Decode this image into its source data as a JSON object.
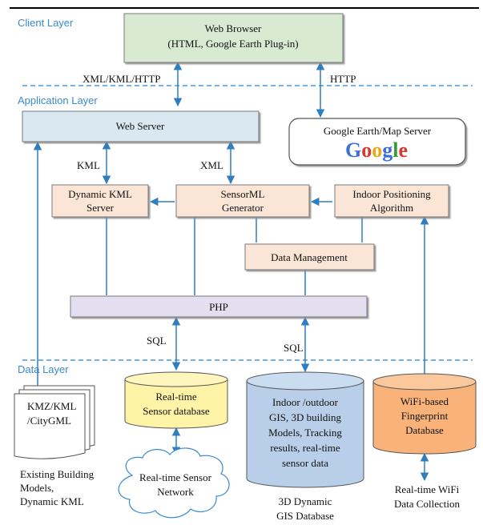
{
  "layers": {
    "client": "Client Layer",
    "application": "Application Layer",
    "data": "Data Layer"
  },
  "nodes": {
    "web_browser": [
      "Web Browser",
      "(HTML, Google Earth Plug-in)"
    ],
    "google_server": "Google Earth/Map Server",
    "google_logo": "Google",
    "web_server": "Web Server",
    "dynamic_kml_server": [
      "Dynamic KML",
      "Server"
    ],
    "sensorml_generator": [
      "SensorML",
      "Generator"
    ],
    "indoor_positioning": [
      "Indoor Positioning",
      "Algorithm"
    ],
    "data_management": "Data Management",
    "php": "PHP",
    "kmz_docs": [
      "KMZ/KML",
      "/CityGML"
    ],
    "sensor_db": [
      "Real-time",
      "Sensor database"
    ],
    "gis_db": [
      "Indoor /outdoor",
      "GIS, 3D building",
      "Models, Tracking",
      "results, real-time",
      "sensor data"
    ],
    "wifi_db": [
      "WiFi-based",
      "Fingerprint",
      "Database"
    ],
    "sensor_network": [
      "Real-time Sensor",
      "Network"
    ]
  },
  "edge_labels": {
    "xml_kml_http": "XML/KML/HTTP",
    "http": "HTTP",
    "kml": "KML",
    "xml": "XML",
    "sql_left": "SQL",
    "sql_right": "SQL"
  },
  "captions": {
    "existing_models": [
      "Existing Building",
      "Models,",
      "Dynamic KML"
    ],
    "gis_database": [
      "3D Dynamic",
      "GIS Database"
    ],
    "wifi_collection": [
      "Real-time WiFi",
      "Data Collection"
    ]
  },
  "colors": {
    "layer_line": "#4a9ad8",
    "arrow": "#2f7fc0",
    "browser_fill": "#d9ead3",
    "server_fill": "#dae8f2",
    "component_fill": "#fbe5d6",
    "php_fill": "#e4dff0",
    "sensor_db_fill": "#fff3a8",
    "gis_db_fill": "#b9cfe9",
    "wifi_db_fill": "#f8b27a"
  }
}
